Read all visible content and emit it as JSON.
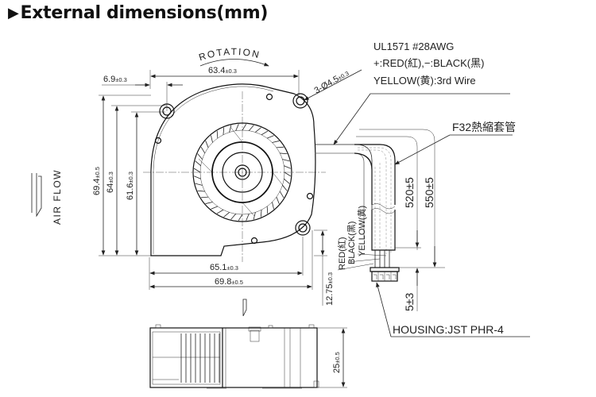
{
  "title": {
    "marker": "▶",
    "text": "External dimensions(mm)"
  },
  "wire_spec": {
    "line1": "UL1571  #28AWG",
    "line2": "+:RED(紅),−:BLACK(黑)",
    "line3": "YELLOW(黄):3rd  Wire"
  },
  "rotation_label": "ROTATION",
  "airflow_label": "AIR FLOW",
  "sleeve_label": "F32熱縮套管",
  "housing_label": "HOUSING:JST  PHR-4",
  "wire_labels": {
    "red": "RED(紅)",
    "black": "BLACK(黑)",
    "yellow": "YELLOW(黄)"
  },
  "dimensions": {
    "width_top": {
      "value": "63.4",
      "tol": "±0.3"
    },
    "offset_left": {
      "value": "6.9",
      "tol": "±0.3"
    },
    "hole": {
      "value": "3-Ø4.5",
      "tol": "±0.3"
    },
    "height_outer": {
      "value": "69.4",
      "tol": "±0.5"
    },
    "height_mid": {
      "value": "64",
      "tol": "±0.3"
    },
    "height_inner": {
      "value": "61.6",
      "tol": "±0.3"
    },
    "width_inner": {
      "value": "65.1",
      "tol": "±0.3"
    },
    "width_outer": {
      "value": "69.8",
      "tol": "±0.5"
    },
    "outlet_offset": {
      "value": "12.75",
      "tol": "±0.3"
    },
    "lead_520": {
      "value": "520±5"
    },
    "lead_550": {
      "value": "550±5"
    },
    "strip": {
      "value": "5±3"
    },
    "thickness": {
      "value": "25",
      "tol": "±0.5"
    }
  }
}
